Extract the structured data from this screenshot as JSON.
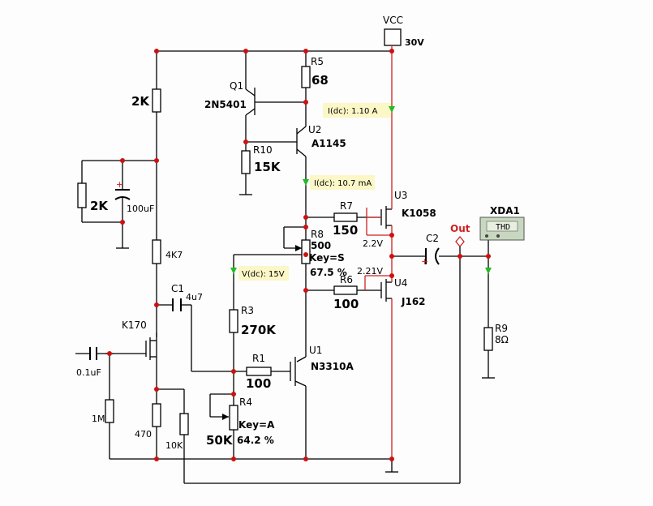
{
  "supply": {
    "label": "VCC",
    "voltage": "30V"
  },
  "components": {
    "r_2k_top": "2K",
    "q1_ref": "Q1",
    "q1_part": "2N5401",
    "r5_ref": "R5",
    "r5_val": "68",
    "u2_ref": "U2",
    "u2_part": "A1145",
    "r10_ref": "R10",
    "r10_val": "15K",
    "r_2k_left": "2K",
    "c_100u": "100uF",
    "r_4k7": "4K7",
    "c1_ref": "C1",
    "c1_val": "4u7",
    "k170": "K170",
    "c_01u": "0.1uF",
    "r_1m": "1M",
    "r_470": "470",
    "r_10k": "10K",
    "r3_ref": "R3",
    "r3_val": "270K",
    "r1_ref": "R1",
    "r1_val": "100",
    "r4_ref": "R4",
    "r4_val": "50K",
    "r4_key": "Key=A",
    "r4_pct": "64.2 %",
    "u1_ref": "U1",
    "u1_part": "N3310A",
    "r7_ref": "R7",
    "r7_val": "150",
    "r8_ref": "R8",
    "r8_val": "500",
    "r8_key": "Key=S",
    "r8_pct": "67.5 %",
    "r6_ref": "R6",
    "r6_val": "100",
    "u3_ref": "U3",
    "u3_part": "K1058",
    "u4_ref": "U4",
    "u4_part": "J162",
    "v_22": "2.2V",
    "v_221": "2.21V",
    "c2_ref": "C2",
    "out_label": "Out",
    "xda_ref": "XDA1",
    "xda_display": "THD",
    "r9_ref": "R9",
    "r9_val": "8Ω"
  },
  "probes": {
    "i_top": "I(dc): 1.10 A",
    "i_mid": "I(dc): 10.7 mA",
    "v_mid": "V(dc): 15V"
  },
  "colors": {
    "probe_bg": "#fbf7c6",
    "rail_red": "#cc2222",
    "probe_green": "#22bb22",
    "junction": "#cc1111"
  }
}
